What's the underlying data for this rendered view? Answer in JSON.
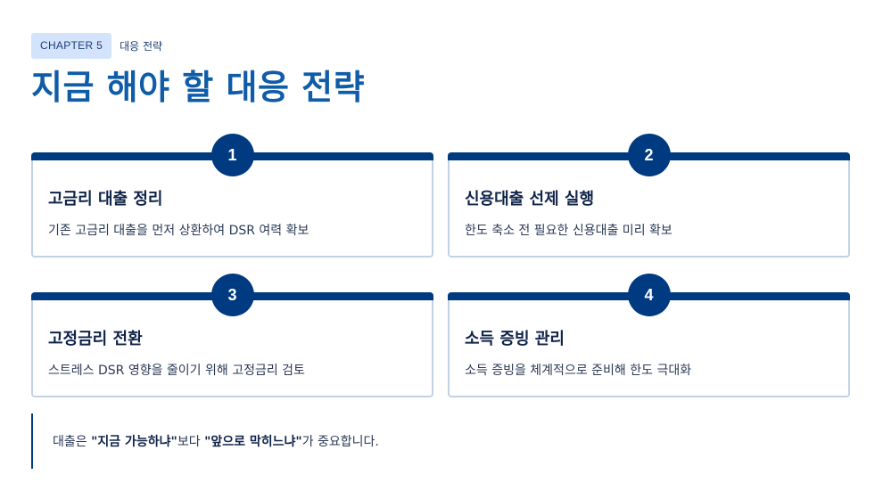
{
  "header": {
    "chapter_badge": "CHAPTER 5",
    "chapter_sub": "대응 전략",
    "title": "지금 해야 할 대응 전략"
  },
  "strategies": [
    {
      "number": "1",
      "title": "고금리 대출 정리",
      "description": "기존 고금리 대출을 먼저 상환하여 DSR 여력 확보"
    },
    {
      "number": "2",
      "title": "신용대출 선제 실행",
      "description": "한도 축소 전 필요한 신용대출 미리 확보"
    },
    {
      "number": "3",
      "title": "고정금리 전환",
      "description": "스트레스 DSR 영향을 줄이기 위해 고정금리 검토"
    },
    {
      "number": "4",
      "title": "소득 증빙 관리",
      "description": "소득 증빙을 체계적으로 준비해 한도 극대화"
    }
  ],
  "note": {
    "prefix": "대출은 ",
    "emphasis1": "\"지금 가능하냐\"",
    "middle": "보다 ",
    "emphasis2": "\"앞으로 막히느냐\"",
    "suffix": "가 중요합니다."
  },
  "colors": {
    "accent_navy": "#003a80",
    "title_blue": "#0f5ca8",
    "badge_bg": "#d3e3fb",
    "card_border": "#c2d2e4"
  }
}
